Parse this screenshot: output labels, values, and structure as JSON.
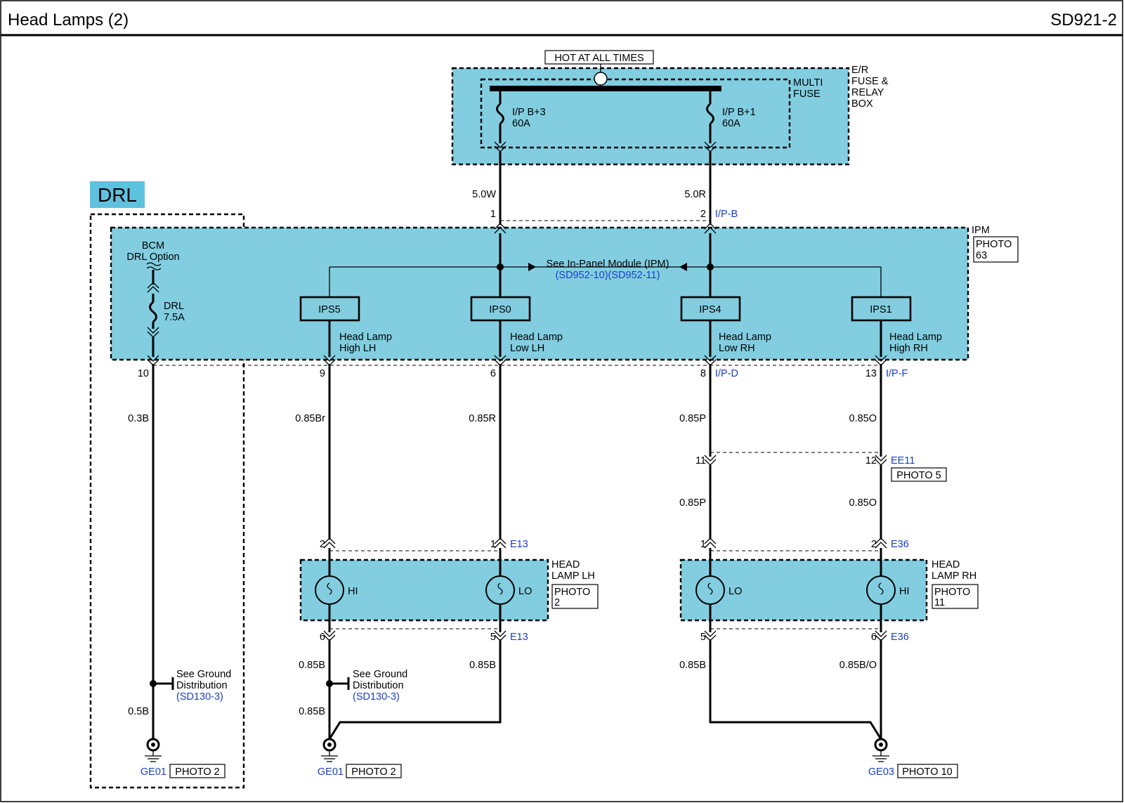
{
  "header": {
    "title": "Head Lamps (2)",
    "code": "SD921-2"
  },
  "labels": {
    "hot_at_all_times": "HOT AT ALL TIMES",
    "er_box": [
      "E/R",
      "FUSE &",
      "RELAY",
      "BOX"
    ],
    "multi_fuse": [
      "MULTI",
      "FUSE"
    ],
    "fuse_ipb3": [
      "I/P B+3",
      "60A"
    ],
    "fuse_ipb1": [
      "I/P B+1",
      "60A"
    ],
    "wire_5_0w": "5.0W",
    "wire_5_0r": "5.0R",
    "ipb_pin1": "1",
    "ipb_pin2": "2",
    "ipb_conn": "I/P-B",
    "ipm": "IPM",
    "ipm_photo": [
      "PHOTO",
      "63"
    ],
    "drl_title": "DRL",
    "bcm": [
      "BCM",
      "DRL Option"
    ],
    "drl_fuse": [
      "DRL",
      "7.5A"
    ],
    "see_ipm": "See In-Panel Module (IPM)",
    "ipm_refs": "(SD952-10)(SD952-11)",
    "ips5": "IPS5",
    "ips0": "IPS0",
    "ips4": "IPS4",
    "ips1": "IPS1",
    "hl_high_lh": [
      "Head Lamp",
      "High LH"
    ],
    "hl_low_lh": [
      "Head Lamp",
      "Low LH"
    ],
    "hl_low_rh": [
      "Head Lamp",
      "Low RH"
    ],
    "hl_high_rh": [
      "Head Lamp",
      "High RH"
    ],
    "pin10": "10",
    "pin9": "9",
    "pin6": "6",
    "pin8": "8",
    "pin13": "13",
    "ipd": "I/P-D",
    "ipf": "I/P-F",
    "w_03b": "0.3B",
    "w_085br": "0.85Br",
    "w_085r": "0.85R",
    "w_085p": "0.85P",
    "w_085o": "0.85O",
    "pin11": "11",
    "pin12": "12",
    "ee11": "EE11",
    "photo5": "PHOTO 5",
    "w_085p2": "0.85P",
    "w_085o2": "0.85O",
    "e13_pin2": "2",
    "e13_pin1": "1",
    "e13": "E13",
    "e36_pin1": "1",
    "e36_pin2": "2",
    "e36": "E36",
    "hi": "HI",
    "lo": "LO",
    "head_lamp_lh": [
      "HEAD",
      "LAMP LH"
    ],
    "photo_lh": [
      "PHOTO",
      "2"
    ],
    "head_lamp_rh": [
      "HEAD",
      "LAMP RH"
    ],
    "photo_rh": [
      "PHOTO",
      "11"
    ],
    "e13_pin6": "6",
    "e13_pin5": "5",
    "e13_b": "E13",
    "e36_pin5": "5",
    "e36_pin6": "6",
    "e36_b": "E36",
    "w_085b_a": "0.85B",
    "w_085b_b": "0.85B",
    "w_085b_c": "0.85B",
    "w_085bo": "0.85B/O",
    "w_085b_d": "0.85B",
    "w_05b": "0.5B",
    "see_ground": [
      "See Ground",
      "Distribution"
    ],
    "ground_ref": "(SD130-3)",
    "ge01": "GE01",
    "ge03": "GE03",
    "photo2": "PHOTO 2",
    "photo10": "PHOTO 10"
  },
  "colors": {
    "box_fill": "#82cee0",
    "link_blue": "#1a3fc6"
  }
}
